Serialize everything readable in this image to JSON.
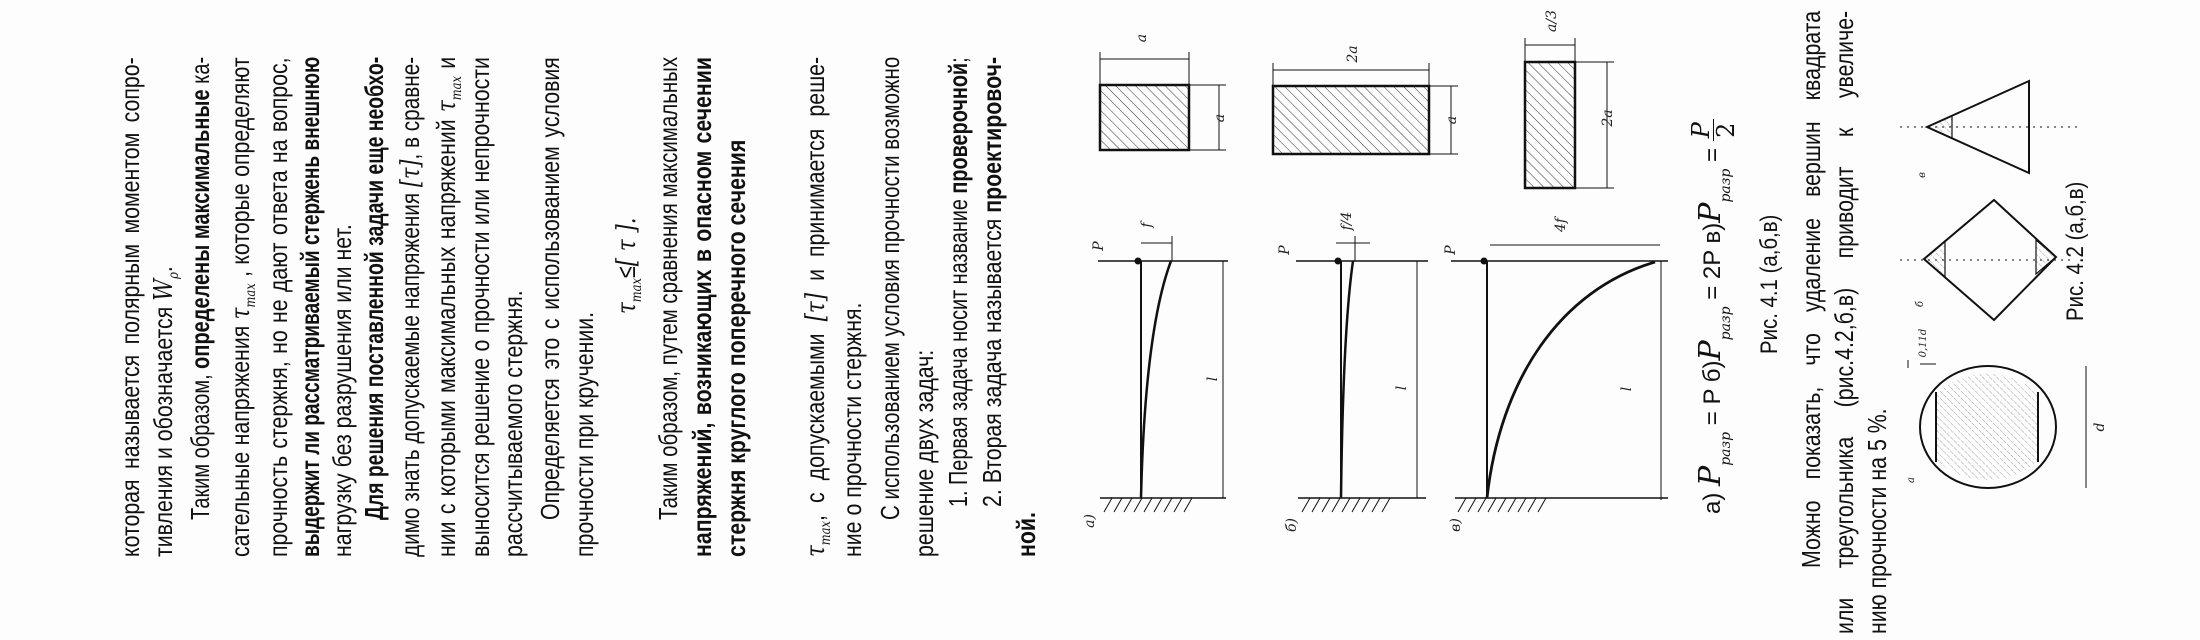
{
  "main": {
    "lines": [
      [
        {
          "t": "которая называется полярным моментом сопро-",
          "s": ""
        }
      ],
      [
        {
          "t": "тивления и обозначается ",
          "s": ""
        },
        {
          "t": "W",
          "s": "m"
        },
        {
          "t": "ρ",
          "s": "sub"
        },
        {
          "t": ".",
          "s": ""
        }
      ],
      [
        {
          "t": "Таким образом, ",
          "s": ""
        },
        {
          "t": "определены максимальные",
          "s": "b"
        },
        {
          "t": " ка-",
          "s": ""
        }
      ],
      [
        {
          "t": "сательные напряжения ",
          "s": ""
        },
        {
          "t": "τ",
          "s": "m"
        },
        {
          "t": "max",
          "s": "sub"
        },
        {
          "t": " , которые определяют",
          "s": ""
        }
      ],
      [
        {
          "t": "прочность стержня, но не дают ответа на вопрос,",
          "s": ""
        }
      ],
      [
        {
          "t": "выдержит ли рассматриваемый стержень внешнюю",
          "s": "b"
        }
      ],
      [
        {
          "t": "нагрузку без разрушения или нет.",
          "s": ""
        }
      ],
      [
        {
          "t": "Для решения поставленной задачи еще необхо-",
          "s": "b"
        }
      ],
      [
        {
          "t": "димо знать допускаемые напряжения ",
          "s": ""
        },
        {
          "t": "[τ]",
          "s": "m"
        },
        {
          "t": ", в сравне-",
          "s": ""
        }
      ],
      [
        {
          "t": "нии с которыми максимальных напряжений ",
          "s": ""
        },
        {
          "t": "τ",
          "s": "m"
        },
        {
          "t": "max",
          "s": "sub"
        },
        {
          "t": " и",
          "s": ""
        }
      ],
      [
        {
          "t": "выносится решение о прочности или непрочности",
          "s": ""
        }
      ],
      [
        {
          "t": "рассчитываемого стержня.",
          "s": ""
        }
      ],
      [
        {
          "t": "Определяется это с использованием условия",
          "s": ""
        }
      ],
      [
        {
          "t": "прочности при кручении.",
          "s": ""
        }
      ],
      [
        {
          "t": "τ",
          "s": "m"
        },
        {
          "t": "max",
          "s": "sub"
        },
        {
          "t": "≤",
          "s": ""
        },
        {
          "t": "[ τ ].",
          "s": "m"
        }
      ],
      [
        {
          "t": "Таким образом, путем сравнения максимальных",
          "s": ""
        }
      ],
      [
        {
          "t": "напряжений, возникающих в опасном сечении",
          "s": "b"
        }
      ],
      [
        {
          "t": "стержня круглого поперечного сечения",
          "s": "b"
        }
      ],
      [
        {
          "t": "τ",
          "s": "m"
        },
        {
          "t": "max",
          "s": "sub"
        },
        {
          "t": ", с допускаемыми ",
          "s": ""
        },
        {
          "t": "[τ]",
          "s": "m"
        },
        {
          "t": " и принимается реше-",
          "s": ""
        }
      ],
      [
        {
          "t": "ние о прочности стержня.",
          "s": ""
        }
      ],
      [
        {
          "t": "С использованием условия прочности возможно",
          "s": ""
        }
      ],
      [
        {
          "t": "решение двух задач:",
          "s": ""
        }
      ],
      [
        {
          "t": "1. Первая задача носит название ",
          "s": ""
        },
        {
          "t": "проверочной",
          "s": "b"
        },
        {
          "t": ";",
          "s": ""
        }
      ],
      [
        {
          "t": "2. Вторая задача называется ",
          "s": ""
        },
        {
          "t": "проектировоч-",
          "s": "b"
        }
      ],
      [
        {
          "t": "ной.",
          "s": "b"
        }
      ]
    ]
  },
  "fig41": {
    "section_labels": {
      "a_width": "a",
      "a_height": "a",
      "b_width": "2a",
      "b_height": "a",
      "c_width": "a/3",
      "c_height": "2a"
    },
    "beam_labels": {
      "force": "P",
      "a_deflection": "f",
      "b_deflection": "f/4",
      "c_deflection": "4f",
      "length": "l",
      "a_tag": "а)",
      "b_tag": "б)",
      "c_tag": "в)"
    },
    "formula": {
      "a_tag": "а)",
      "b_tag": "б)",
      "c_tag": "в)",
      "P": "P",
      "sub": "разр",
      "a_rhs": "= P",
      "b_rhs": "= 2P",
      "c_eq": "=",
      "frac_num": "P",
      "frac_den": "2"
    },
    "caption": "Рис. 4.1 (а,б,в)"
  },
  "paragraph": [
    "Можно показать, что удаление вершин квадрата",
    "или треугольника (рис.4.2,б,в) приводит к увеличе-",
    "нию прочности на 5 %."
  ],
  "fig42": {
    "labels": {
      "dim_cut": "0,11d",
      "dim_d": "d",
      "a_tag": "а",
      "b_tag": "б",
      "c_tag": "в"
    },
    "caption": "Рис. 4.2 (а,б,в)"
  }
}
